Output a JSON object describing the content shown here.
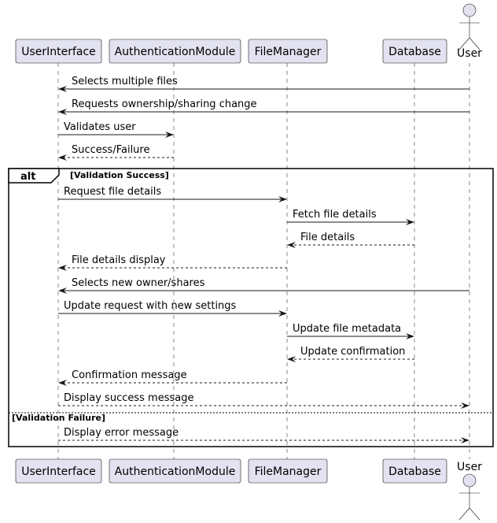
{
  "participants": [
    {
      "id": "ui",
      "label": "UserInterface",
      "kind": "participant"
    },
    {
      "id": "auth",
      "label": "AuthenticationModule",
      "kind": "participant"
    },
    {
      "id": "fm",
      "label": "FileManager",
      "kind": "participant"
    },
    {
      "id": "db",
      "label": "Database",
      "kind": "participant"
    },
    {
      "id": "user",
      "label": "User",
      "kind": "actor"
    }
  ],
  "messages": [
    {
      "from": "user",
      "to": "ui",
      "label": "Selects multiple files",
      "style": "solid"
    },
    {
      "from": "user",
      "to": "ui",
      "label": "Requests ownership/sharing change",
      "style": "solid"
    },
    {
      "from": "ui",
      "to": "auth",
      "label": "Validates user",
      "style": "solid"
    },
    {
      "from": "auth",
      "to": "ui",
      "label": "Success/Failure",
      "style": "dashed"
    },
    {
      "from": "ui",
      "to": "fm",
      "label": "Request file details",
      "style": "solid"
    },
    {
      "from": "fm",
      "to": "db",
      "label": "Fetch file details",
      "style": "solid"
    },
    {
      "from": "db",
      "to": "fm",
      "label": "File details",
      "style": "dashed"
    },
    {
      "from": "fm",
      "to": "ui",
      "label": "File details display",
      "style": "dashed"
    },
    {
      "from": "user",
      "to": "ui",
      "label": "Selects new owner/shares",
      "style": "solid"
    },
    {
      "from": "ui",
      "to": "fm",
      "label": "Update request with new settings",
      "style": "solid"
    },
    {
      "from": "fm",
      "to": "db",
      "label": "Update file metadata",
      "style": "solid"
    },
    {
      "from": "db",
      "to": "fm",
      "label": "Update confirmation",
      "style": "dashed"
    },
    {
      "from": "fm",
      "to": "ui",
      "label": "Confirmation message",
      "style": "dashed"
    },
    {
      "from": "ui",
      "to": "user",
      "label": "Display success message",
      "style": "dashed"
    },
    {
      "from": "ui",
      "to": "user",
      "label": "Display error message",
      "style": "dashed"
    }
  ],
  "fragment": {
    "keyword": "alt",
    "guard_success": "[Validation Success]",
    "guard_failure": "[Validation Failure]"
  },
  "colors": {
    "participant_fill": "#E2E2F0",
    "border": "#181818",
    "lifeline": "#888888"
  }
}
